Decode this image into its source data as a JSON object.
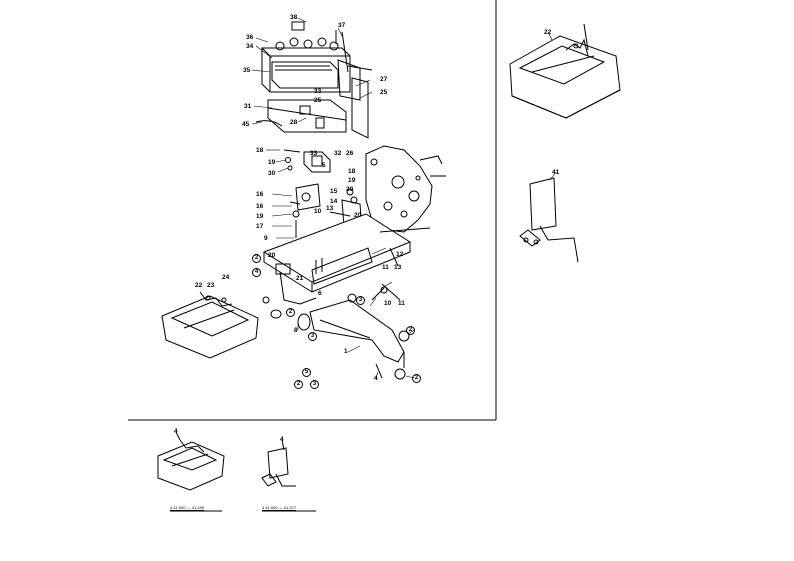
{
  "labels": {
    "n38": "38",
    "n37": "37",
    "n36": "36",
    "n34": "34",
    "n35": "35",
    "n27": "27",
    "n25": "25",
    "n33": "33",
    "n25b": "25",
    "n31": "31",
    "n45": "45",
    "n28": "28",
    "n33b": "33",
    "n32": "32",
    "n26": "26",
    "n18": "18",
    "n19": "19",
    "n30": "30",
    "n5": "5",
    "n16": "16",
    "n16b": "16",
    "n19b": "19",
    "n17": "17",
    "n9": "9",
    "n10": "10",
    "n13": "13",
    "n15": "15",
    "n20": "20",
    "n14": "14",
    "n18b": "18",
    "n19c": "19",
    "n20b": "20",
    "n12": "12",
    "n11": "11",
    "n13b": "13",
    "n11b": "11",
    "n10b": "10",
    "n21": "21",
    "n20c": "20",
    "n6": "6",
    "n22": "22",
    "n23": "23",
    "n24": "24",
    "n8": "8",
    "n1": "1",
    "n4": "4",
    "c2a": "2",
    "c4": "4",
    "c2b": "2",
    "c3a": "3",
    "c3b": "3",
    "c3c": "3",
    "c2c": "2",
    "c2d": "2",
    "c2e": "2",
    "c5": "5",
    "n22r": "22",
    "n41": "41",
    "n4b": "4",
    "n4c": "4"
  },
  "captions": {
    "left": "4  41,000 — 41,299",
    "right": "4  41,000 — 41,377"
  }
}
